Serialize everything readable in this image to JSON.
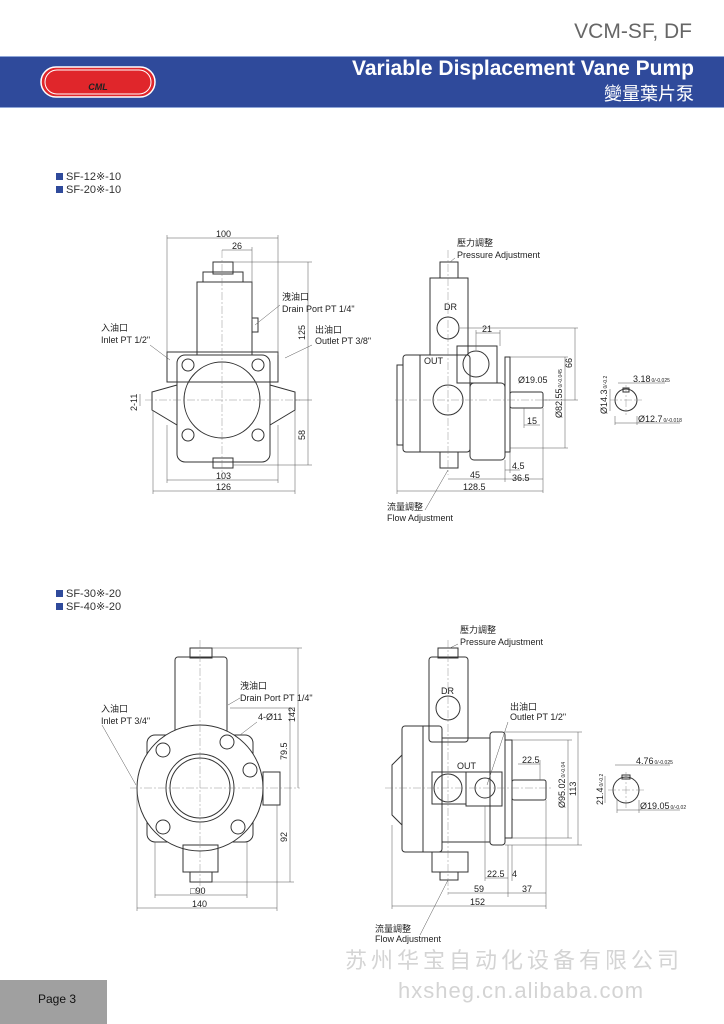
{
  "header": {
    "model": "VCM-SF, DF",
    "title": "Variable Displacement Vane Pump",
    "subtitle": "變量葉片泵",
    "logo_text": "CML",
    "brand_color": "#2f4a9b",
    "logo_color": "#e0262b"
  },
  "section1": {
    "models": [
      "SF-12※-10",
      "SF-20※-10"
    ],
    "front": {
      "dims": {
        "w100": "100",
        "w26": "26",
        "h125": "125",
        "h58": "58",
        "w103": "103",
        "w126": "126",
        "slot": "2-11"
      },
      "drain_cn": "洩油口",
      "drain_en": "Drain Port PT 1/4\"",
      "inlet_cn": "入油口",
      "inlet_en": "Inlet  PT 1/2\"",
      "outlet_cn": "出油口",
      "outlet_en": "Outlet  PT 3/8\""
    },
    "side": {
      "pressure_cn": "壓力調整",
      "pressure_en": "Pressure Adjustment",
      "flow_cn": "流量調整",
      "flow_en": "Flow Adjustment",
      "dr": "DR",
      "out": "OUT",
      "dims": {
        "d21": "21",
        "h66": "66",
        "pilot": "Ø82.55",
        "pilot_tol": "0/-0.045",
        "shaft": "Ø19.05",
        "d15": "15",
        "d45": "4.5",
        "d45b": "45",
        "d365": "36.5",
        "d1285": "128.5"
      }
    },
    "shaft": {
      "key": "3.18",
      "key_tol": "0/-0.025",
      "height": "Ø14.3",
      "height_tol": "0/-0.2",
      "dia": "Ø12.7",
      "dia_tol": "0/-0.018"
    }
  },
  "section2": {
    "models": [
      "SF-30※-20",
      "SF-40※-20"
    ],
    "front": {
      "dims": {
        "h142": "142",
        "h795": "79.5",
        "h92": "92",
        "sq90": "□90",
        "w140": "140",
        "holes": "4-Ø11"
      },
      "drain_cn": "洩油口",
      "drain_en": "Drain Port PT 1/4\"",
      "inlet_cn": "入油口",
      "inlet_en": "Inlet PT 3/4\""
    },
    "side": {
      "pressure_cn": "壓力調整",
      "pressure_en": "Pressure Adjustment",
      "flow_cn": "流量調整",
      "flow_en": "Flow Adjustment",
      "dr": "DR",
      "out": "OUT",
      "outlet_cn": "出油口",
      "outlet_en": "Outlet  PT 1/2\"",
      "dims": {
        "d225a": "22.5",
        "pilot": "Ø95.02",
        "pilot_tol": "0/-0.04",
        "h113": "113",
        "d225b": "22.5",
        "d4": "4",
        "d59": "59",
        "d37": "37",
        "d152": "152"
      }
    },
    "shaft": {
      "key": "4.76",
      "key_tol": "0/-0.025",
      "height": "21.4",
      "height_tol": "0/-0.2",
      "dia": "Ø19.05",
      "dia_tol": "0/-0.02"
    }
  },
  "watermark": {
    "company": "苏州华宝自动化设备有限公司",
    "site": "hxsheg.cn.alibaba.com"
  },
  "footer": {
    "page": "Page 3"
  }
}
